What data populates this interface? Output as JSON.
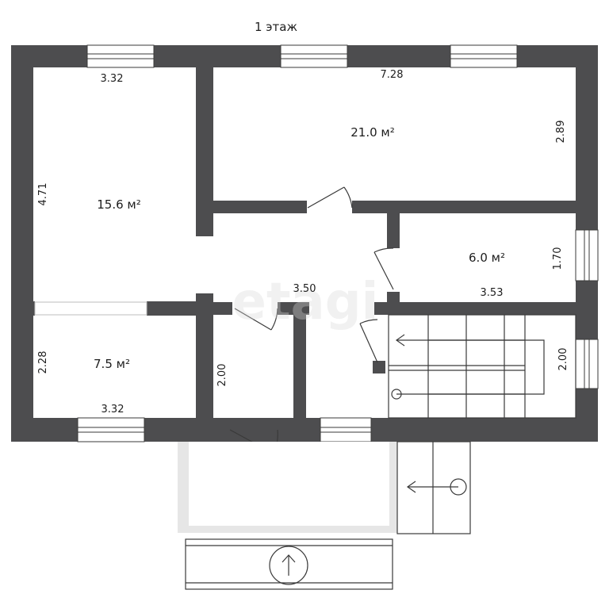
{
  "floor_title": "1 этаж",
  "watermark": "etagi",
  "rooms": [
    {
      "id": "room-a",
      "area": "15.6 м²",
      "width": "3.32",
      "length": "4.71"
    },
    {
      "id": "room-b",
      "area": "21.0 м²",
      "width": "7.28",
      "length": "2.89"
    },
    {
      "id": "room-c",
      "area": "6.0 м²",
      "width": "3.53",
      "length": "1.70"
    },
    {
      "id": "room-d",
      "area": "7.5 м²",
      "width": "3.32",
      "length": "2.28"
    }
  ],
  "hall": {
    "width": "3.50"
  },
  "corridor": {
    "length": "2.00"
  },
  "stair": {
    "length": "2.00"
  },
  "colors": {
    "wall": "#4d4d4f",
    "stroke": "#3a3a3a",
    "porch": "#e6e6e6"
  }
}
